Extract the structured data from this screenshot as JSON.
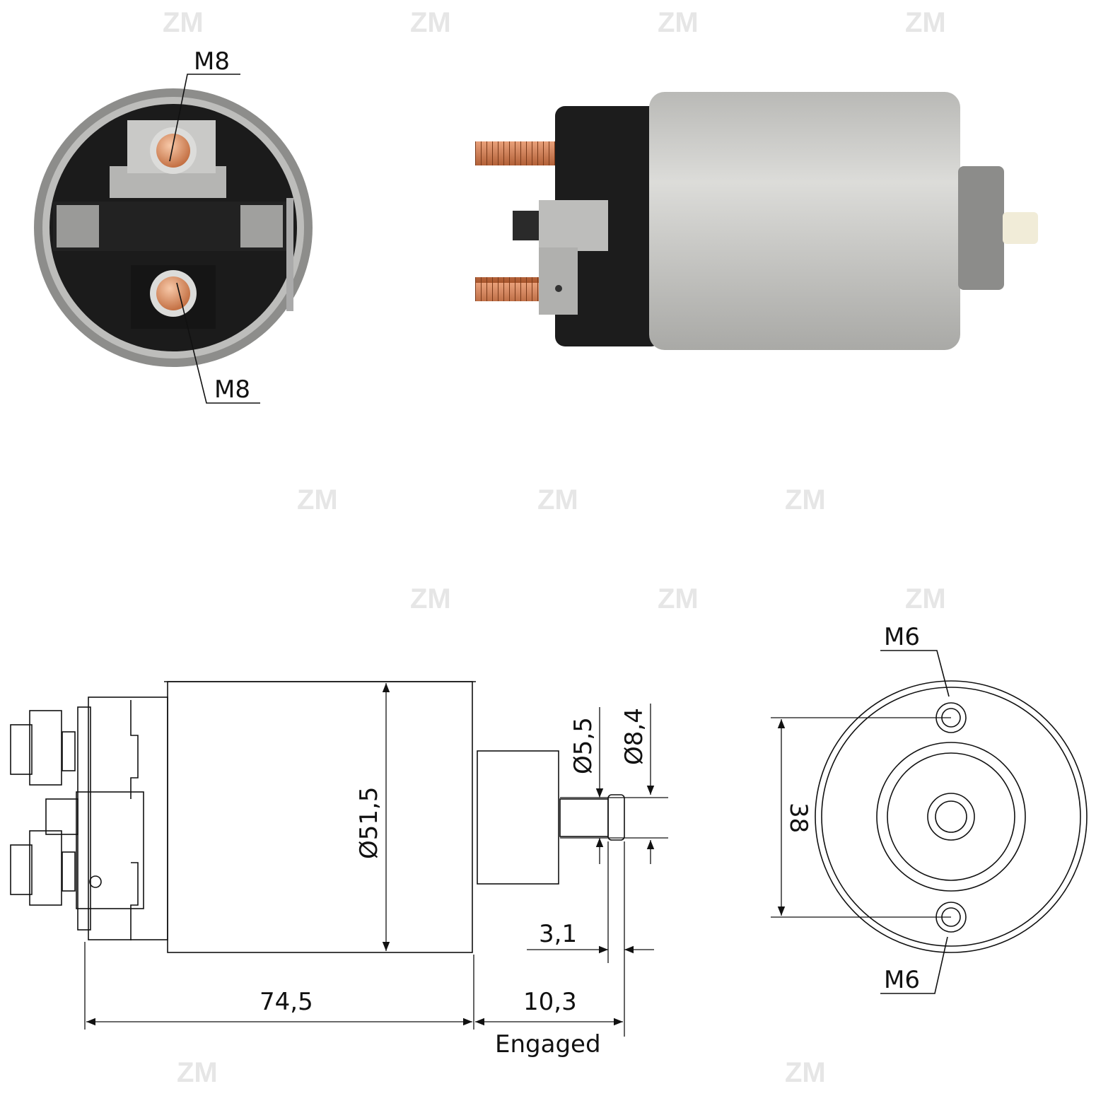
{
  "watermark": "ZM",
  "photo_end_view": {
    "top_terminal_label": "M8",
    "bottom_terminal_label": "M8"
  },
  "drawing_side_view": {
    "body_diameter": "Ø51,5",
    "plunger_shaft_diameter": "Ø5,5",
    "plunger_head_diameter": "Ø8,4",
    "head_thickness": "3,1",
    "body_length": "74,5",
    "plunger_travel": "10,3",
    "plunger_state": "Engaged"
  },
  "drawing_end_view": {
    "top_hole_label": "M6",
    "bottom_hole_label": "M6",
    "hole_spacing": "38"
  },
  "colors": {
    "copper": "#d98a5e",
    "housing": "#c8c8c6",
    "plastic": "#1a1a1a",
    "line": "#111111"
  }
}
